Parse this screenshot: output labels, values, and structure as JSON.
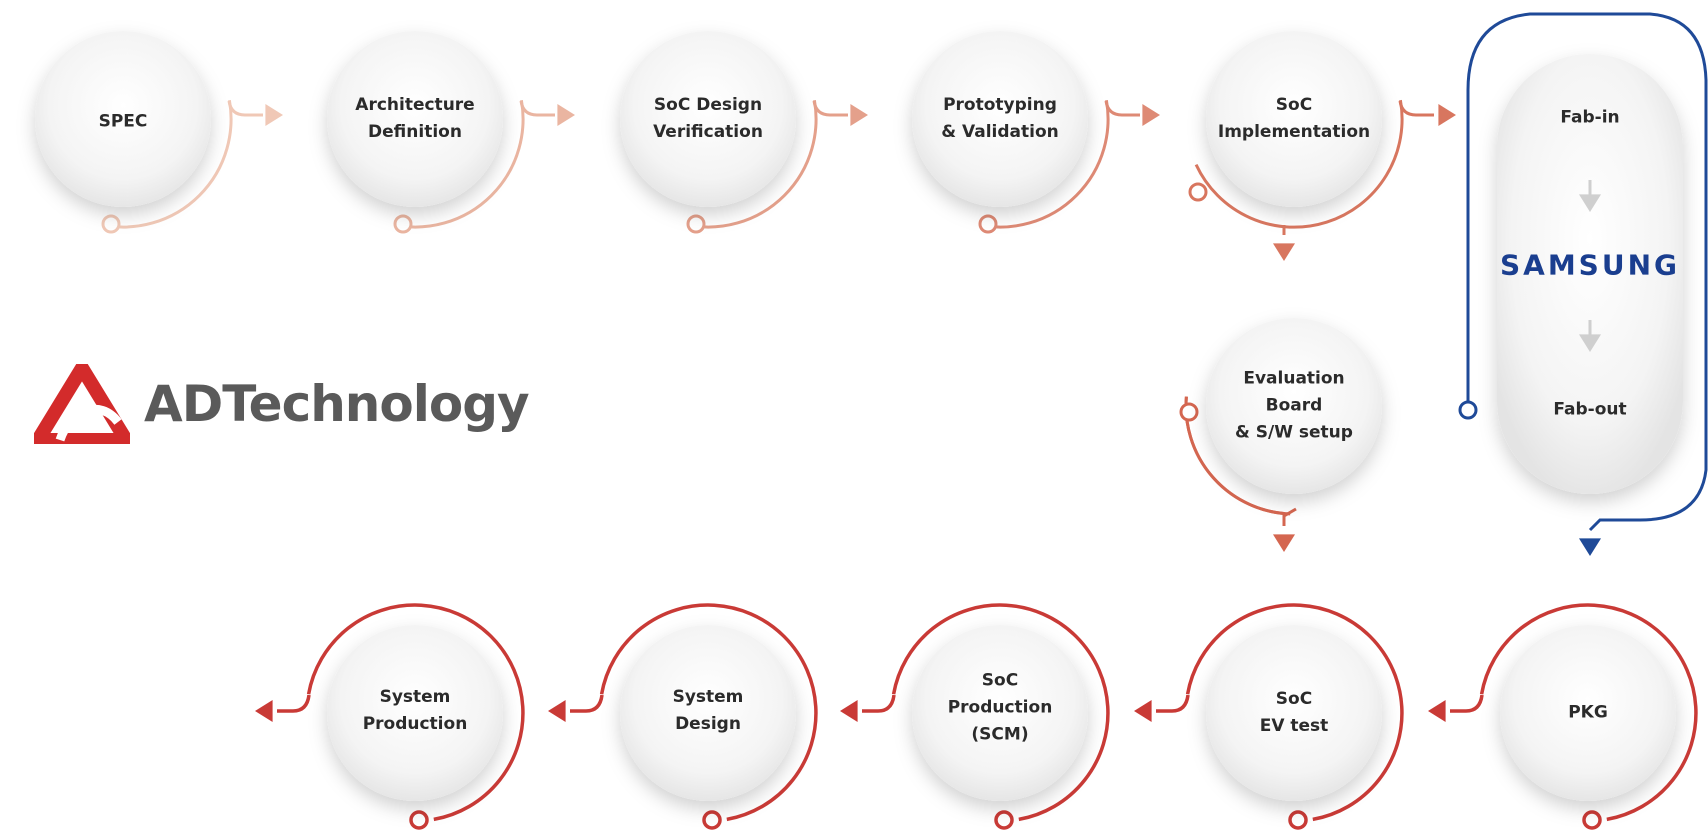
{
  "logo": {
    "text": "ADTechnology",
    "color": "#d32b2b"
  },
  "steps": {
    "spec": "SPEC",
    "architecture": "Architecture\nDefinition",
    "soc_design_verification": "SoC Design\nVerification",
    "prototyping": "Prototyping\n& Validation",
    "soc_implementation": "SoC\nImplementation",
    "evaluation_board": "Evaluation\nBoard\n& S/W setup",
    "pkg": "PKG",
    "soc_ev_test": "SoC\nEV test",
    "soc_production": "SoC\nProduction\n(SCM)",
    "system_design": "System\nDesign",
    "system_production": "System\nProduction"
  },
  "fab": {
    "fab_in": "Fab-in",
    "foundry": "SAMSUNG",
    "fab_out": "Fab-out"
  },
  "colors": {
    "row1": [
      "#f0c8b6",
      "#eab5a1",
      "#e4a08b",
      "#de8a75",
      "#d8765f"
    ],
    "eval": "#d46650",
    "row3": "#c93a36",
    "fab": "#1f4a98",
    "arrow_gray": "#cfcfcf"
  }
}
